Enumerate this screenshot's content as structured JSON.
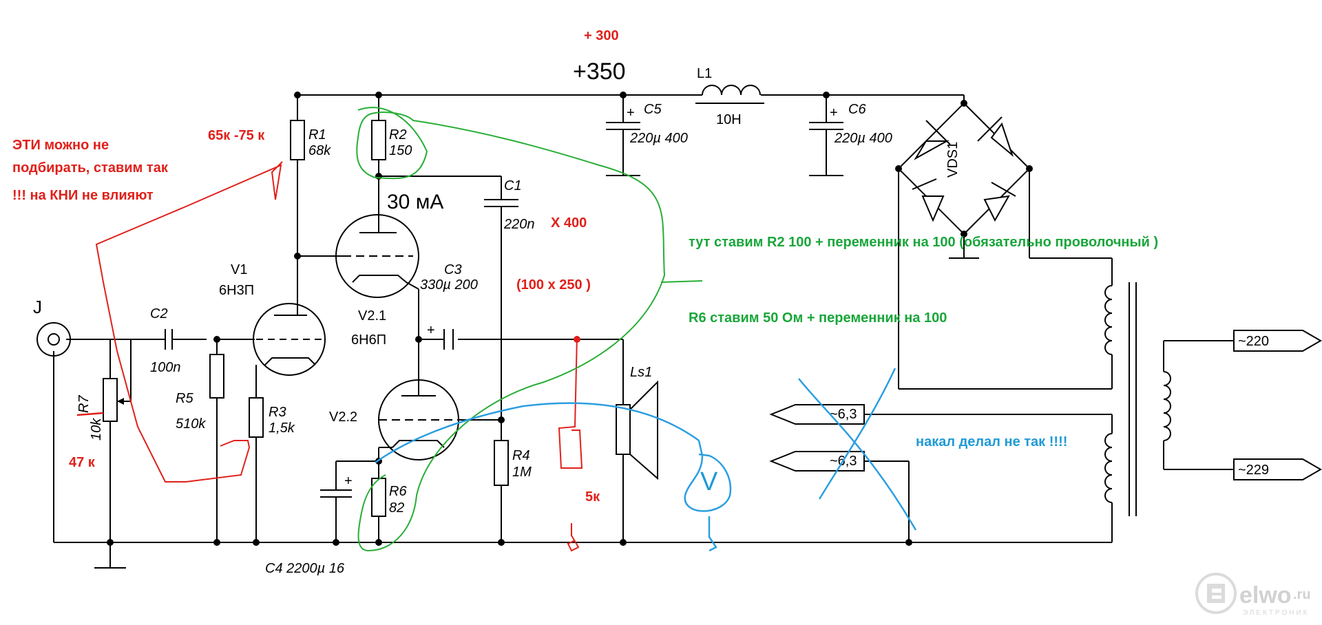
{
  "supply": {
    "voltage_main": "+350",
    "voltage_alt": "+ 300"
  },
  "components": {
    "L1": {
      "ref": "L1",
      "value": "10H"
    },
    "C5": {
      "ref": "C5",
      "value": "220µ 400"
    },
    "C6": {
      "ref": "C6",
      "value": "220µ 400"
    },
    "R1": {
      "ref": "R1",
      "value": "68k"
    },
    "R2": {
      "ref": "R2",
      "value": "150"
    },
    "C1": {
      "ref": "C1",
      "value": "220n"
    },
    "C3": {
      "ref": "C3",
      "value": "330µ 200"
    },
    "V1": {
      "ref": "V1",
      "type": "6Н3П"
    },
    "V21": {
      "ref": "V2.1",
      "type": "6Н6П"
    },
    "V22": {
      "ref": "V2.2"
    },
    "C2": {
      "ref": "C2",
      "value": "100n"
    },
    "R5": {
      "ref": "R5",
      "value": "510k"
    },
    "R3": {
      "ref": "R3",
      "value": "1,5k"
    },
    "R7": {
      "ref": "R7",
      "value": "10k"
    },
    "R4": {
      "ref": "R4",
      "value": "1M"
    },
    "R6": {
      "ref": "R6",
      "value": "82"
    },
    "C4": {
      "label": "C4  2200µ 16"
    },
    "Ls1": {
      "ref": "Ls1"
    },
    "J": {
      "ref": "J"
    },
    "VDS": {
      "ref": "VDS1"
    },
    "heater1": {
      "label": "~6,3"
    },
    "heater2": {
      "label": "~6,3"
    },
    "mains1": {
      "label": "~220"
    },
    "mains2": {
      "label": "~229"
    },
    "current": {
      "label": "30 мА"
    }
  },
  "annotations": {
    "red_note": [
      "ЭТИ можно не",
      "подбирать, ставим  так",
      "!!! на КНИ не влияют"
    ],
    "r1_range": "65к -75 к",
    "c1_voltage": "X 400",
    "c3_alt": "(100  x 250 )",
    "r7_alt": "47 к",
    "probe_5k": "5к",
    "r2_note": "тут ставим R2 100 + переменник на 100 (обязательно проволочный )",
    "r6_note": "R6 ставим 50 Ом + переменник на 100",
    "heater_note": "накал делал не так !!!!",
    "voltmeter": "V"
  },
  "watermark": {
    "text": "elwo",
    "suffix": ".ru",
    "sub": "ЭЛЕКТРОНИК"
  },
  "colors": {
    "red": "#e0201a",
    "green": "#19a63a",
    "blue": "#1f9ad6"
  }
}
